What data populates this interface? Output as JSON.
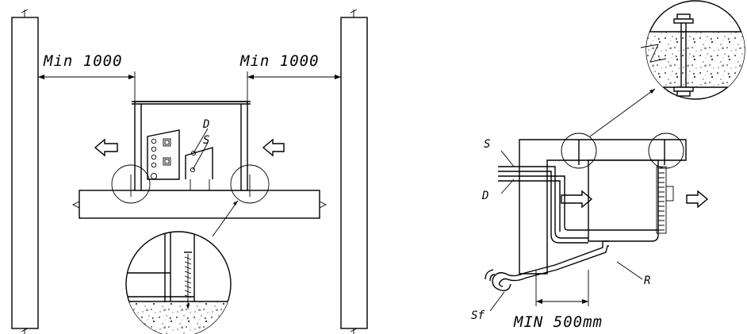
{
  "labels": {
    "min_left": "Min 1000",
    "min_right": "Min 1000",
    "d_left": "D",
    "s_left": "S",
    "s_right": "S",
    "d_right": "D",
    "r": "R",
    "sf": "Sf",
    "min_500": "MIN 500mm"
  },
  "icons": {
    "arrow": "hollow-arrow-icon",
    "screw": "screw-icon",
    "bolt": "bolt-icon"
  }
}
